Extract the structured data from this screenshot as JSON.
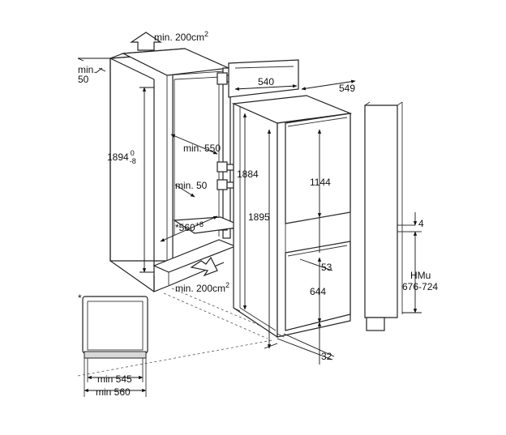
{
  "labels": {
    "vent_top": "min. 200cm",
    "vent_top_sup": "2",
    "vent_bottom": "min. 200cm",
    "vent_bottom_sup": "2",
    "min_top_a": "min.",
    "min_top_b": "50",
    "depth_540": "540",
    "depth_549": "549",
    "height_1894": "1894",
    "height_1894_sup": "0",
    "height_1894_sub": "-8",
    "min_550": "min. 550",
    "min_50": "min. 50",
    "width_560": "*560",
    "width_560_sup": "+8",
    "height_1884": "1884",
    "height_1895": "1895",
    "height_1144": "1144",
    "height_53": "53",
    "height_644": "644",
    "bottom_32": "32",
    "gap_4": "4",
    "hmu_a": "HMu",
    "hmu_b": "676-724",
    "star": "*",
    "min_545": "min 545",
    "min_560": "min 560"
  }
}
